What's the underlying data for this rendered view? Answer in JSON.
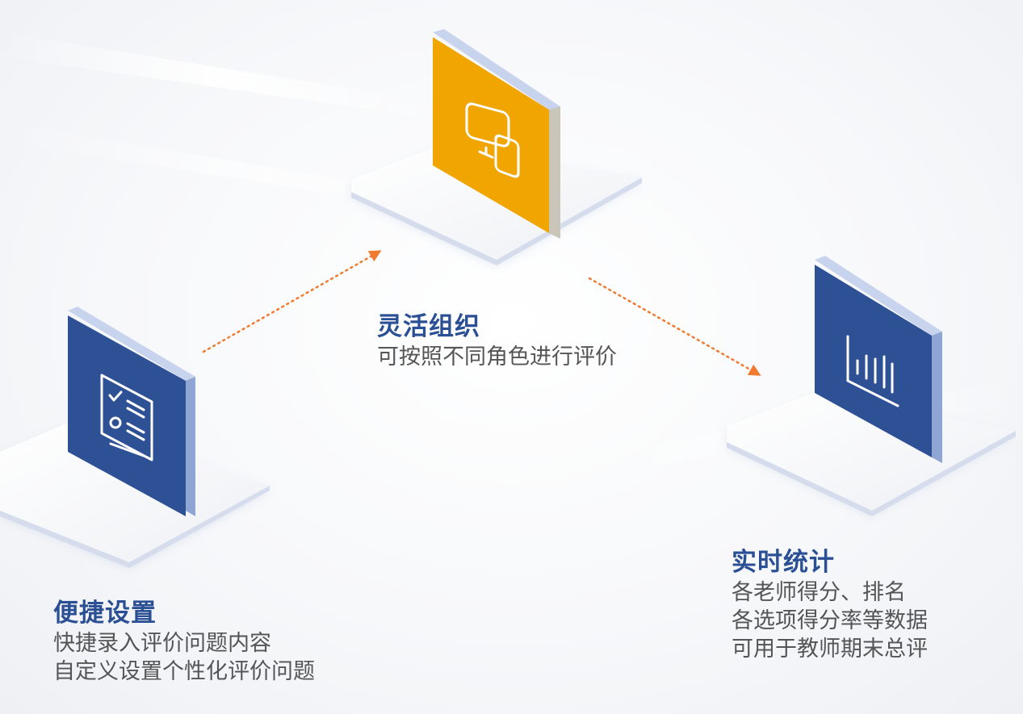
{
  "colors": {
    "accent_blue": "#2e5196",
    "accent_orange": "#f0a500",
    "arrow_orange": "#f07a30",
    "title_blue": "#2a4f94",
    "body_gray": "#555555"
  },
  "features": {
    "setup": {
      "title": "便捷设置",
      "lines": [
        "快捷录入评价问题内容",
        "自定义设置个性化评价问题"
      ],
      "icon": "checklist-form-icon"
    },
    "organize": {
      "title": "灵活组织",
      "lines": [
        "可按照不同角色进行评价"
      ],
      "icon": "devices-icon"
    },
    "stats": {
      "title": "实时统计",
      "lines": [
        "各老师得分、排名",
        "各选项得分率等数据",
        "可用于教师期末总评"
      ],
      "icon": "bar-chart-icon"
    }
  }
}
